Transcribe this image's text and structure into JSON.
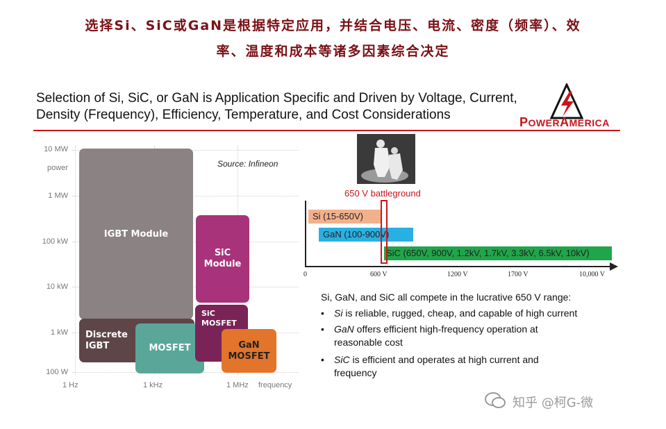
{
  "title_cn": {
    "line1": "选择Si、SiC或GaN是根据特定应用，并结合电压、电流、密度（频率）、效",
    "line2": "率、温度和成本等诸多因素综合决定"
  },
  "title_en": {
    "line1": "Selection of Si, SiC, or GaN is Application Specific and Driven by Voltage, Current,",
    "line2": "Density (Frequency), Efficiency, Temperature, and Cost Considerations"
  },
  "logo": {
    "part1": "P",
    "part1b": "OWER",
    "part2": "A",
    "part2b": "MERICA"
  },
  "chart": {
    "y_labels": [
      "10 MW",
      "power",
      "1 MW",
      "100 kW",
      "10 kW",
      "1 kW",
      "100 W"
    ],
    "x_labels": [
      "1 Hz",
      "1 kHz",
      "1 MHz",
      "frequency"
    ],
    "source": "Source: Infineon",
    "blocks": [
      {
        "label": "IGBT Module",
        "color": "#8a8283"
      },
      {
        "label": "Discrete\nIGBT",
        "color": "#5e4548"
      },
      {
        "label": "MOSFET",
        "color": "#5aa79a"
      },
      {
        "label": "SiC\nModule",
        "color": "#a8337b"
      },
      {
        "label": "SiC\nMOSFET",
        "color": "#7a2357"
      },
      {
        "label": "GaN\nMOSFET",
        "color": "#e2742b"
      }
    ]
  },
  "battleground": {
    "label": "650 V battleground",
    "bars": [
      {
        "label": "Si (15-650V)",
        "color": "#f3b08d"
      },
      {
        "label": "GaN (100-900V)",
        "color": "#29b0e2"
      },
      {
        "label": "SiC (650V, 900V, 1.2kV, 1.7kV, 3.3kV, 6.5kV, 10kV)",
        "color": "#1fa64a"
      }
    ],
    "ticks": [
      "0",
      "600 V",
      "1200 V",
      "1700 V",
      "....",
      "10,000 V"
    ]
  },
  "summary": {
    "intro": "Si, GaN, and SiC all compete in the lucrative 650 V range:",
    "b1_term": "Si",
    "b1_rest": " is reliable, rugged, cheap, and capable of high current",
    "b2_term": "GaN",
    "b2_rest": " offers efficient high-frequency operation at",
    "b2_rest2": "reasonable cost",
    "b3_term": "SiC",
    "b3_rest": " is efficient and operates at high current and",
    "b3_rest2": "frequency",
    "bullet": "•"
  },
  "watermark": {
    "text": "知乎 @柯G-微"
  }
}
